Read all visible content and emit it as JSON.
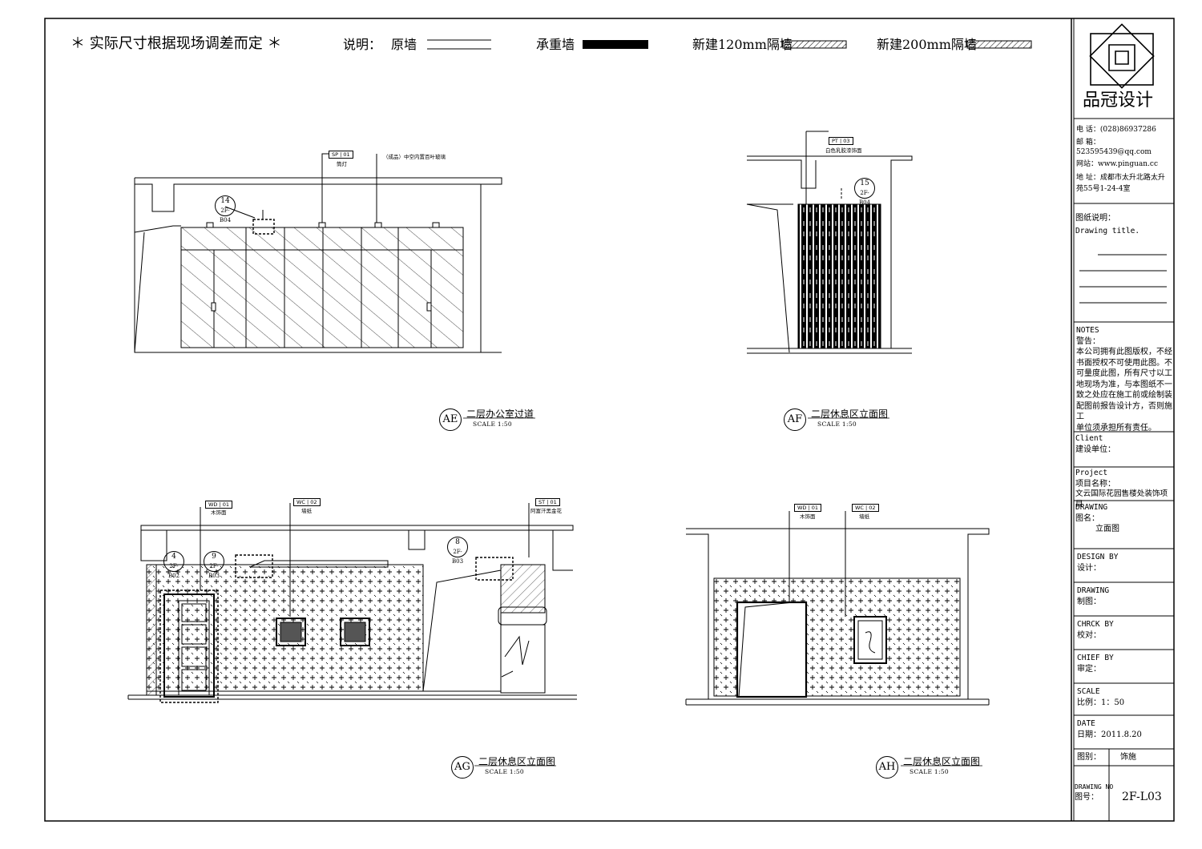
{
  "header": {
    "note": "＊ 实际尺寸根据现场调差而定 ＊",
    "legend_title": "说明：",
    "legend": [
      {
        "label": "原墙"
      },
      {
        "label": "承重墙"
      },
      {
        "label": "新建120mm隔墙"
      },
      {
        "label": "新建200mm隔墙"
      }
    ]
  },
  "title_block": {
    "company": "品冠设计",
    "phone": "电  话：(028)86937286",
    "email": "邮  箱：523595439@qq.com",
    "web": "网站：www.pinguan.cc",
    "address_1": "地  址：成都市太升北路太升",
    "address_2": "苑55号1-24-4室",
    "drawing_title_cn": "图纸说明：",
    "drawing_title_en": "Drawing title.",
    "notes_en": "NOTES",
    "notes_cn": "警告：",
    "notes_lines": [
      "本公司拥有此图版权，不经",
      "书面授权不可使用此图。不",
      "可量度此图，所有尺寸以工",
      "地现场为准，与本图纸不一",
      "致之处应在施工前或绘制装",
      "配图前报告设计方，否则施工",
      "单位须承担所有责任。"
    ],
    "client_en": "Client",
    "client_cn": "建设单位：",
    "project_en": "Project",
    "project_cn": "项目名称：",
    "project_value": "文云国际花园售楼处装饰项目",
    "drawing_en": "DRAWING",
    "drawing_cn": "图名：",
    "drawing_value": "立面图",
    "design_en": "DESIGN BY",
    "design_cn": "设计：",
    "drawn_en": "DRAWING",
    "drawn_cn": "制图：",
    "check_en": "CHRCK BY",
    "check_cn": "校对：",
    "chief_en": "CHIEF BY",
    "chief_cn": "审定：",
    "scale_en": "SCALE",
    "scale_cn": "比例：1：50",
    "date_en": "DATE",
    "date_cn": "日期：2011.8.20",
    "category_cn": "图别：",
    "category_value": "饰施",
    "drawing_no_en": "DRAWING NO",
    "drawing_no_cn": "图号：",
    "drawing_no_value": "2F-L03"
  },
  "elevations": [
    {
      "id": "AE",
      "title": "二层办公室过道",
      "scale": "SCALE 1:50"
    },
    {
      "id": "AF",
      "title": "二层休息区立面图",
      "scale": "SCALE 1:50"
    },
    {
      "id": "AG",
      "title": "二层休息区立面图",
      "scale": "SCALE 1:50"
    },
    {
      "id": "AH",
      "title": "二层休息区立面图",
      "scale": "SCALE 1:50"
    }
  ],
  "tags": {
    "ae_sp": {
      "code": "SP",
      "num": "01",
      "desc": "筒灯"
    },
    "ae_note": "（成品）中空内置百叶玻璃",
    "ae_ref": {
      "num": "14",
      "sheet": "2F-B04"
    },
    "af_pt": {
      "code": "PT",
      "num": "03",
      "desc": "白色乳胶漆饰面"
    },
    "af_ref": {
      "num": "15",
      "sheet": "2F-B04"
    },
    "ag_wd": {
      "code": "WD",
      "num": "01",
      "desc": "木饰面"
    },
    "ag_wc": {
      "code": "WC",
      "num": "02",
      "desc": "墙纸"
    },
    "ag_st": {
      "code": "ST",
      "num": "01",
      "desc": "阿富汗黑金花"
    },
    "ag_ref4": {
      "num": "4",
      "sheet": "2F-B02"
    },
    "ag_ref9": {
      "num": "9",
      "sheet": "2F-B03"
    },
    "ag_ref8": {
      "num": "8",
      "sheet": "2F-B03"
    },
    "ah_wd": {
      "code": "WD",
      "num": "01",
      "desc": "木饰面"
    },
    "ah_wc": {
      "code": "WC",
      "num": "02",
      "desc": "墙纸"
    }
  }
}
